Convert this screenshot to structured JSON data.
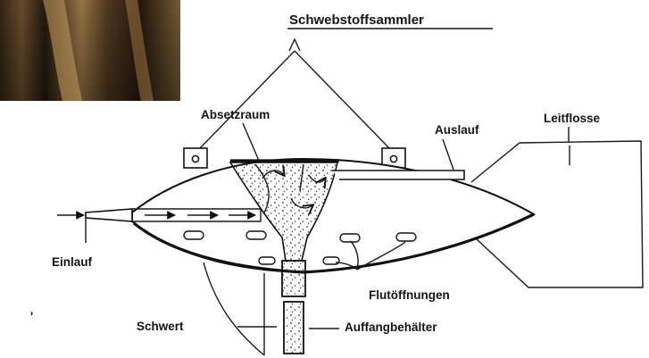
{
  "title": "Schwebstoffsammler",
  "labels": {
    "absetzraum": "Absetzraum",
    "auslauf": "Auslauf",
    "leitflosse": "Leitflosse",
    "einlauf": "Einlauf",
    "schwert": "Schwert",
    "flutoeffnungen": "Flutöffnungen",
    "auffangbehaelter": "Auffangbehälter"
  },
  "photo": {
    "icon": "sediment-photo"
  },
  "colors": {
    "ink": "#141414",
    "paper": "#ffffff"
  }
}
